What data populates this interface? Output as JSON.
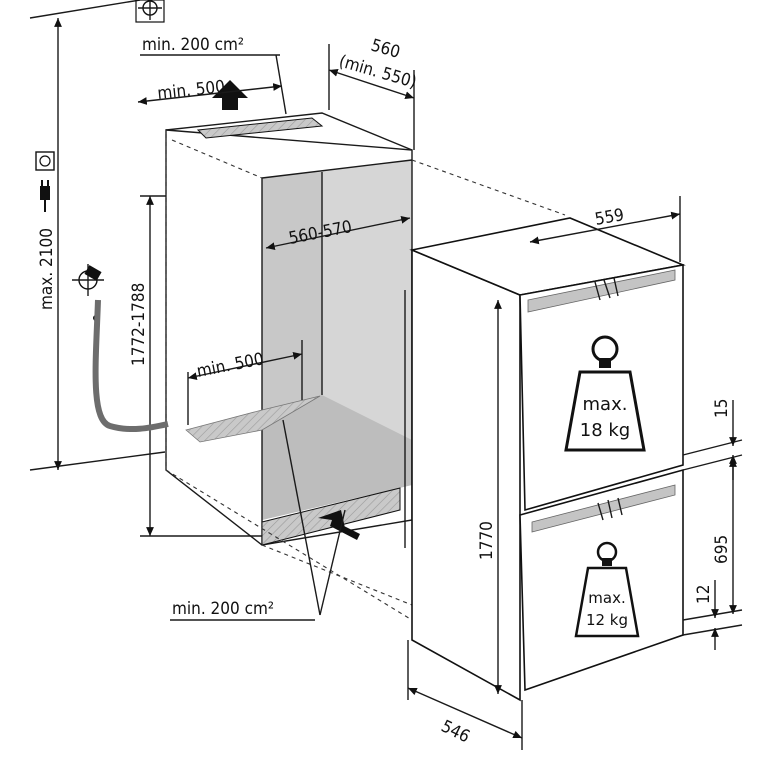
{
  "colors": {
    "line": "#1a1a1a",
    "niche_inner": "#d4d4d4",
    "niche_floor": "#c2c2c2",
    "vent": "#b8b8b8",
    "hose": "#6d6d6d",
    "fridge_face": "#ffffff",
    "handle": "#bdbdbd"
  },
  "icons": [
    "socket-icon",
    "plug-icon",
    "water-tap-icon",
    "crosshair-icon",
    "vent-arrow-icon",
    "weight-icon"
  ],
  "labels": {
    "vent_top_area": "min. 200 cm²",
    "vent_top_depth": "min. 500",
    "niche_depth_top": "560",
    "niche_depth_min": "(min. 550)",
    "niche_width": "560-570",
    "niche_height": "1772-1788",
    "max_height": "max. 2100",
    "vent_bottom_depth": "min. 500",
    "vent_bottom_area": "min. 200 cm²",
    "fridge_width": "559",
    "fridge_height": "1770",
    "fridge_depth": "546",
    "gap_top": "15",
    "lower_height": "695",
    "gap_bottom": "12"
  },
  "weights": {
    "upper_max": "max.",
    "upper_value": "18 kg",
    "lower_max": "max.",
    "lower_value": "12 kg"
  }
}
